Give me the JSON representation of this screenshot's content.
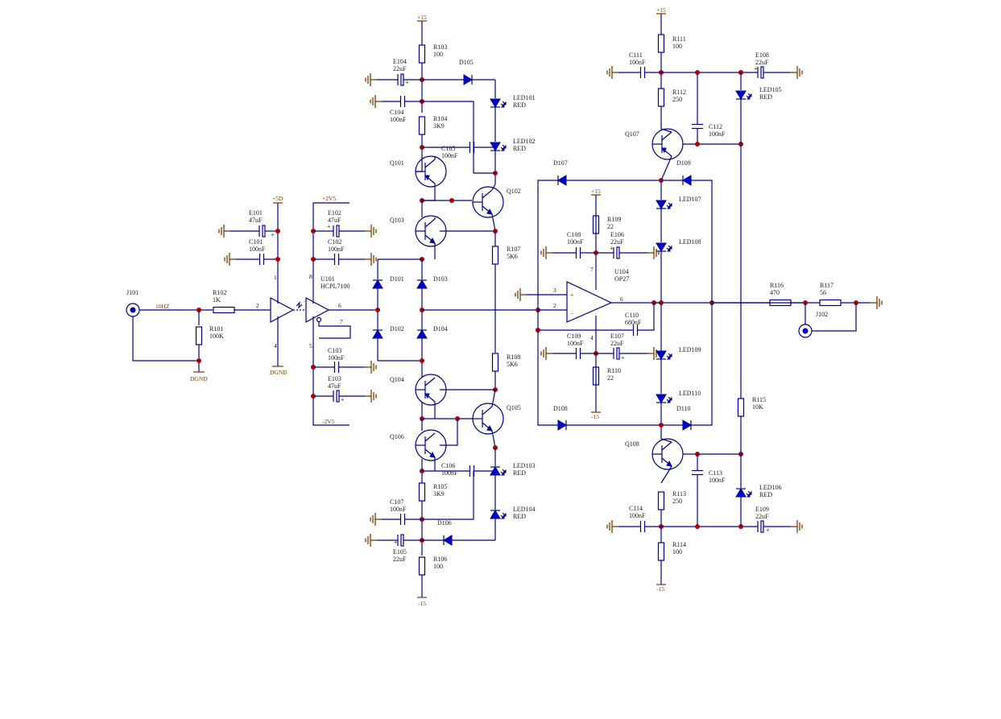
{
  "colors": {
    "wire": "#00008b",
    "led_fill": "#0000cd",
    "junction": "#b00000",
    "power": "#7a3b00",
    "background": "#ffffff"
  },
  "nets": {
    "sig_in": "10HZ",
    "dgnd1": "DGND",
    "dgnd2": "DGND",
    "p5d": "+5D",
    "p25a": "+2V5",
    "m25": "-2V5",
    "p15a": "+15",
    "m15a": "-15",
    "p15b": "+15",
    "m15b": "-15",
    "p15c": "+15",
    "m15c": "-15"
  },
  "pins": {
    "u100_in": "2",
    "u100_vcc": "1",
    "u100_gnd": "4",
    "u101_vcc": "8",
    "u101_out": "6",
    "u101_7": "7",
    "u101_gnd": "5",
    "u104_3": "3",
    "u104_2": "2",
    "u104_6": "6",
    "u104_7": "7",
    "u104_4": "4",
    "u104_plus": "+",
    "u104_minus": "−"
  },
  "components": {
    "J101": {
      "ref": "J101"
    },
    "J102": {
      "ref": "J102"
    },
    "R101": {
      "ref": "R101",
      "val": "100K"
    },
    "R102": {
      "ref": "R102",
      "val": "1K"
    },
    "R103": {
      "ref": "R103",
      "val": "100"
    },
    "R104": {
      "ref": "R104",
      "val": "3K9"
    },
    "R105": {
      "ref": "R105",
      "val": "3K9"
    },
    "R106": {
      "ref": "R106",
      "val": "100"
    },
    "R107": {
      "ref": "R107",
      "val": "5K6"
    },
    "R108": {
      "ref": "R108",
      "val": "5K6"
    },
    "R109": {
      "ref": "R109",
      "val": "22"
    },
    "R110": {
      "ref": "R110",
      "val": "22"
    },
    "R111": {
      "ref": "R111",
      "val": "100"
    },
    "R112": {
      "ref": "R112",
      "val": "250"
    },
    "R113": {
      "ref": "R113",
      "val": "250"
    },
    "R114": {
      "ref": "R114",
      "val": "100"
    },
    "R115": {
      "ref": "R115",
      "val": "10K"
    },
    "R116": {
      "ref": "R116",
      "val": "470"
    },
    "R117": {
      "ref": "R117",
      "val": "56"
    },
    "E101": {
      "ref": "E101",
      "val": "47uF"
    },
    "E102": {
      "ref": "E102",
      "val": "47uF"
    },
    "E103": {
      "ref": "E103",
      "val": "47uF"
    },
    "E104": {
      "ref": "E104",
      "val": "22uF"
    },
    "E105": {
      "ref": "E105",
      "val": "22uF"
    },
    "E106": {
      "ref": "E106",
      "val": "22uF"
    },
    "E107": {
      "ref": "E107",
      "val": "22uF"
    },
    "E108": {
      "ref": "E108",
      "val": "22uF"
    },
    "E109": {
      "ref": "E109",
      "val": "22uF"
    },
    "C101": {
      "ref": "C101",
      "val": "100nF"
    },
    "C102": {
      "ref": "C102",
      "val": "100nF"
    },
    "C103": {
      "ref": "C103",
      "val": "100nF"
    },
    "C104": {
      "ref": "C104",
      "val": "100nF"
    },
    "C105": {
      "ref": "C105",
      "val": "100nF"
    },
    "C106": {
      "ref": "C106",
      "val": "100nF"
    },
    "C107": {
      "ref": "C107",
      "val": "100nF"
    },
    "C108": {
      "ref": "C108",
      "val": "100nF"
    },
    "C109": {
      "ref": "C109",
      "val": "100nF"
    },
    "C110": {
      "ref": "C110",
      "val": "680nF"
    },
    "C111": {
      "ref": "C111",
      "val": "100nF"
    },
    "C112": {
      "ref": "C112",
      "val": "100nF"
    },
    "C113": {
      "ref": "C113",
      "val": "100nF"
    },
    "C114": {
      "ref": "C114",
      "val": "100nF"
    },
    "U101": {
      "ref": "U101",
      "val": "HCPL7100"
    },
    "U104": {
      "ref": "U104",
      "val": "OP27"
    },
    "Q101": {
      "ref": "Q101"
    },
    "Q102": {
      "ref": "Q102"
    },
    "Q103": {
      "ref": "Q103"
    },
    "Q104": {
      "ref": "Q104"
    },
    "Q105": {
      "ref": "Q105"
    },
    "Q106": {
      "ref": "Q106"
    },
    "Q107": {
      "ref": "Q107"
    },
    "Q108": {
      "ref": "Q108"
    },
    "D101": {
      "ref": "D101"
    },
    "D102": {
      "ref": "D102"
    },
    "D103": {
      "ref": "D103"
    },
    "D104": {
      "ref": "D104"
    },
    "D105": {
      "ref": "D105"
    },
    "D106": {
      "ref": "D106"
    },
    "D107": {
      "ref": "D107"
    },
    "D108": {
      "ref": "D108"
    },
    "D109": {
      "ref": "D109"
    },
    "D110": {
      "ref": "D110"
    },
    "LED101": {
      "ref": "LED101",
      "val": "RED"
    },
    "LED102": {
      "ref": "LED102",
      "val": "RED"
    },
    "LED103": {
      "ref": "LED103",
      "val": "RED"
    },
    "LED104": {
      "ref": "LED104",
      "val": "RED"
    },
    "LED105": {
      "ref": "LED105",
      "val": "RED"
    },
    "LED106": {
      "ref": "LED106",
      "val": "RED"
    },
    "LED107": {
      "ref": "LED107"
    },
    "LED108": {
      "ref": "LED108"
    },
    "LED109": {
      "ref": "LED109"
    },
    "LED110": {
      "ref": "LED110"
    }
  }
}
